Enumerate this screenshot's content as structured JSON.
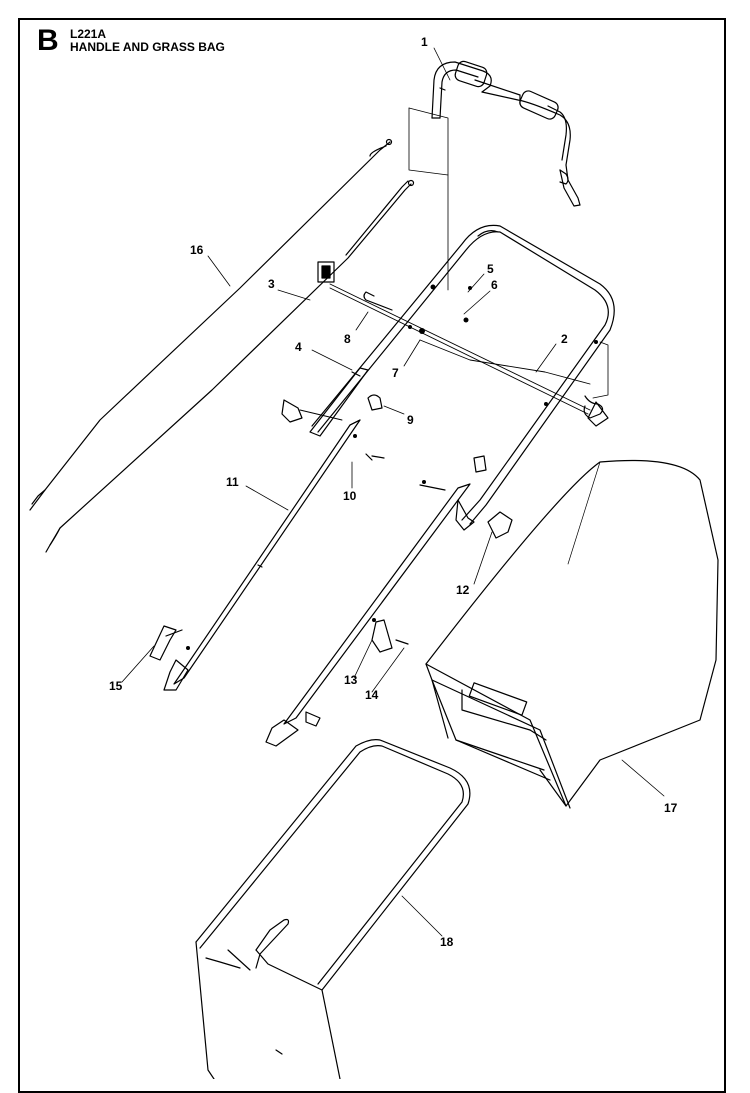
{
  "header": {
    "section_letter": "B",
    "model_code": "L221A",
    "title": "HANDLE AND GRASS BAG"
  },
  "callouts": [
    {
      "id": "1",
      "label": "1"
    },
    {
      "id": "2",
      "label": "2"
    },
    {
      "id": "3",
      "label": "3"
    },
    {
      "id": "4",
      "label": "4"
    },
    {
      "id": "5",
      "label": "5"
    },
    {
      "id": "6",
      "label": "6"
    },
    {
      "id": "7",
      "label": "7"
    },
    {
      "id": "8",
      "label": "8"
    },
    {
      "id": "9",
      "label": "9"
    },
    {
      "id": "10",
      "label": "10"
    },
    {
      "id": "11",
      "label": "11"
    },
    {
      "id": "12",
      "label": "12"
    },
    {
      "id": "13",
      "label": "13"
    },
    {
      "id": "14",
      "label": "14"
    },
    {
      "id": "15",
      "label": "15"
    },
    {
      "id": "16",
      "label": "16"
    },
    {
      "id": "17",
      "label": "17"
    },
    {
      "id": "18",
      "label": "18"
    }
  ]
}
